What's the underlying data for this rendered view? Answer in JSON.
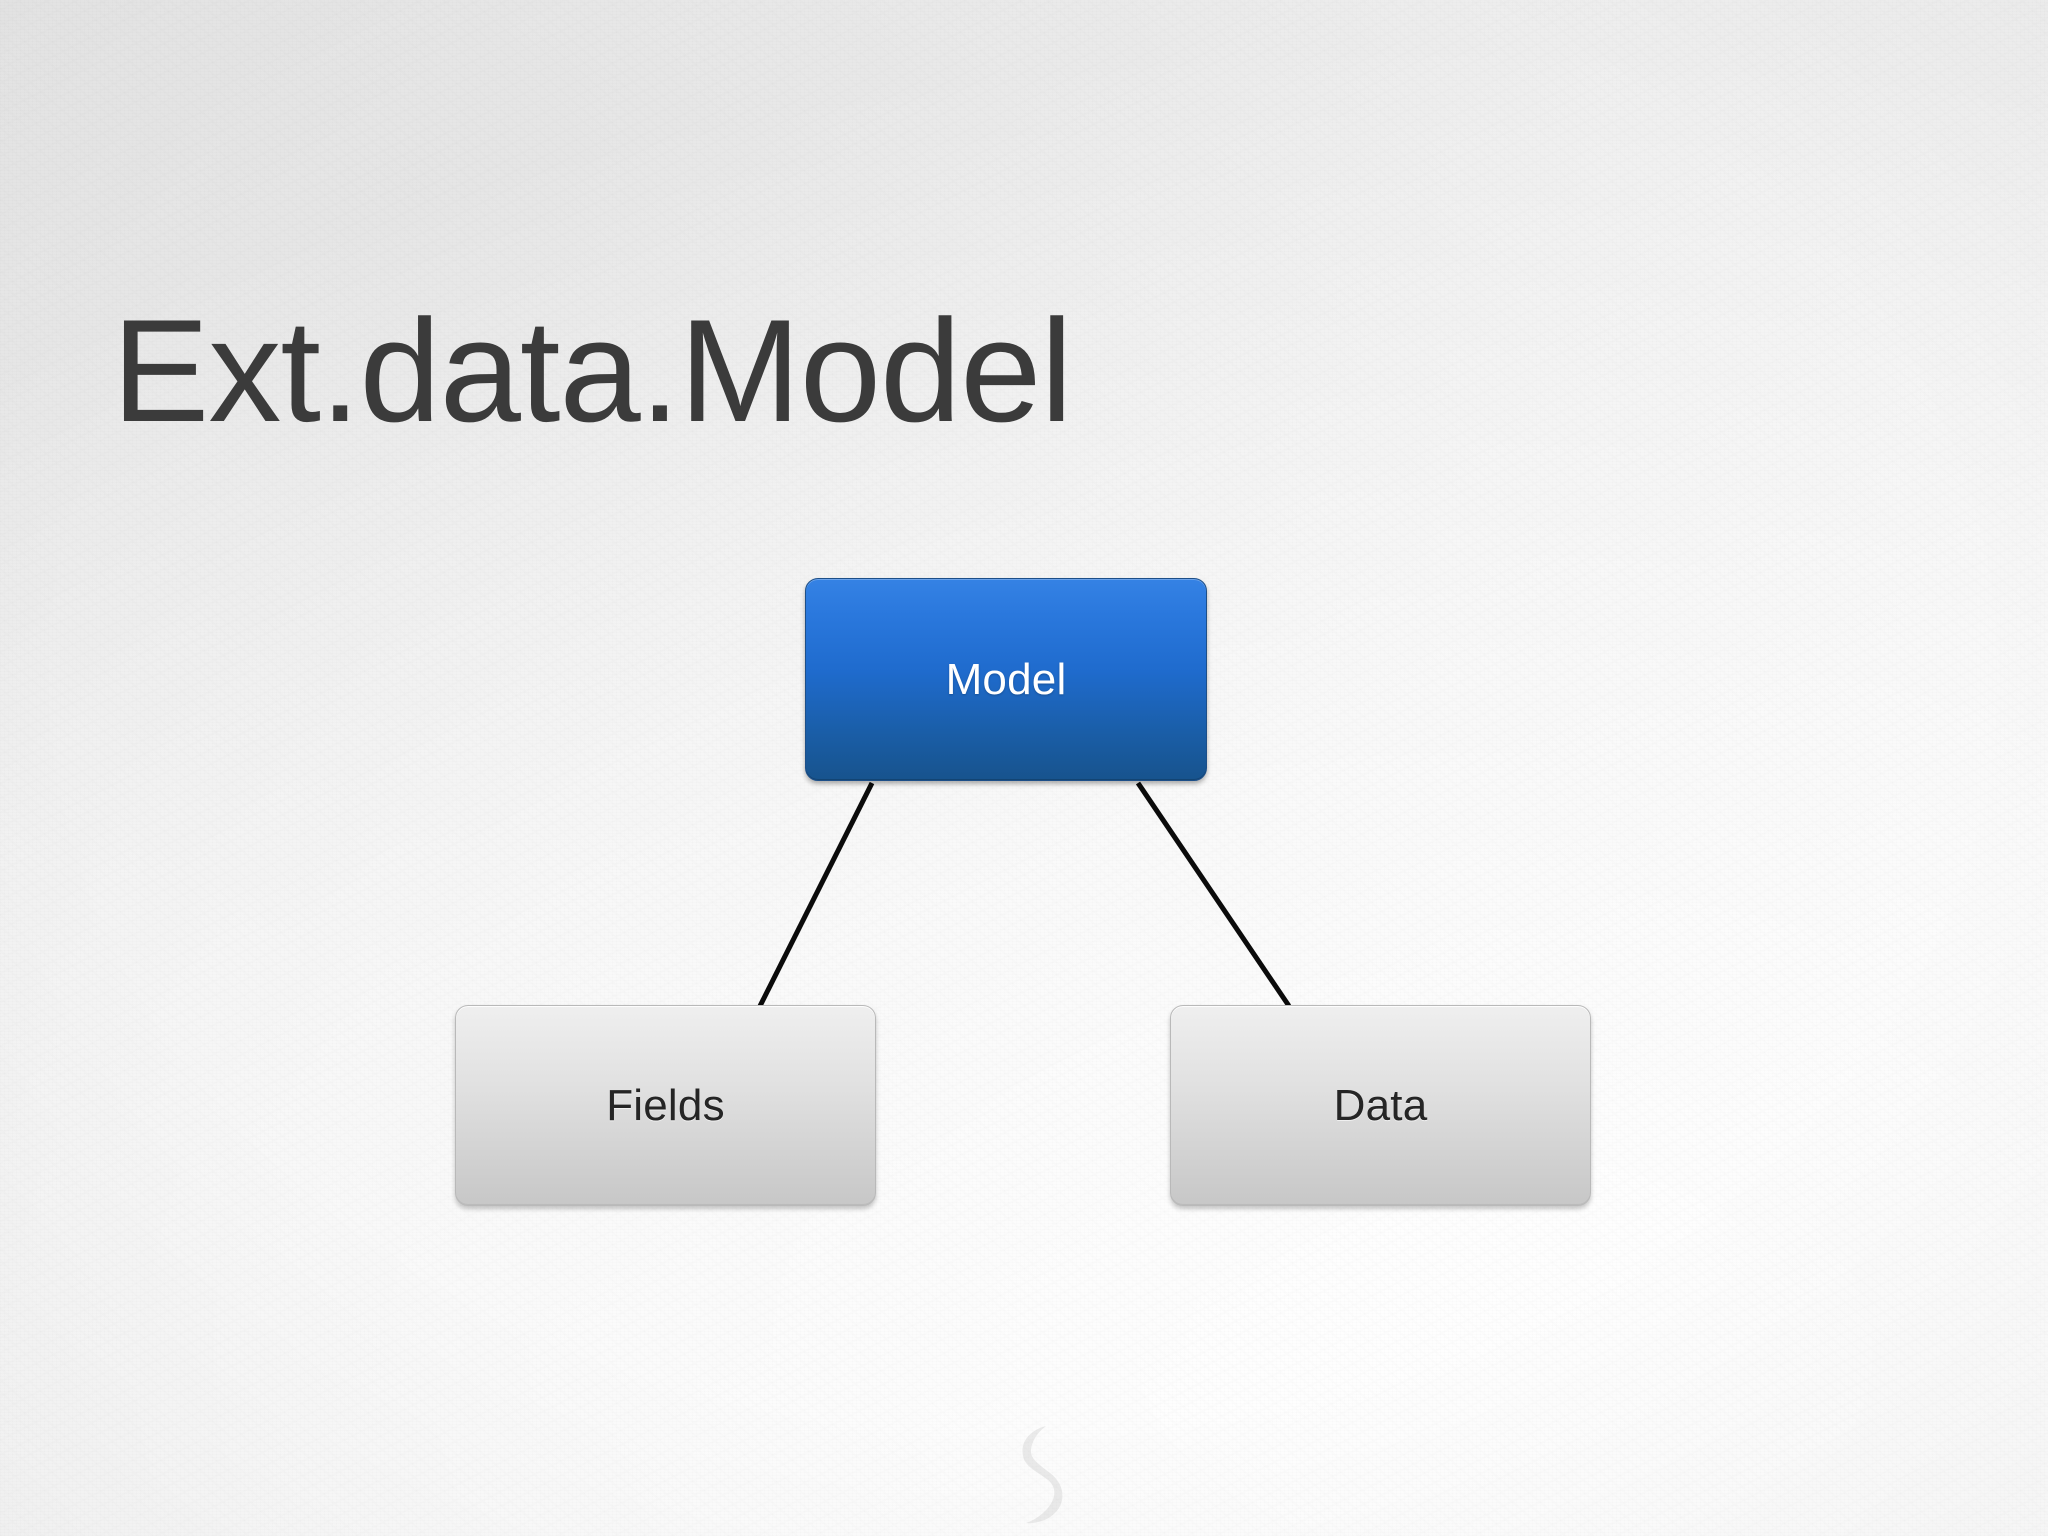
{
  "slide": {
    "title": "Ext.data.Model",
    "background_color": "#f0f0f0",
    "title_color": "#3b3b3b",
    "watermark_icon": "sencha-swoosh-logo"
  },
  "diagram": {
    "type": "tree",
    "root": {
      "id": "model",
      "label": "Model",
      "style": "blue-gradient",
      "fill_top_color": "#3582e4",
      "fill_bottom_color": "#17538d",
      "text_color": "#ffffff"
    },
    "children": [
      {
        "id": "fields",
        "label": "Fields",
        "style": "gray-gradient",
        "fill_top_color": "#efefef",
        "fill_bottom_color": "#c7c7c7",
        "text_color": "#252525"
      },
      {
        "id": "data",
        "label": "Data",
        "style": "gray-gradient",
        "fill_top_color": "#efefef",
        "fill_bottom_color": "#c7c7c7",
        "text_color": "#252525"
      }
    ],
    "connectors": [
      {
        "from": "model",
        "to": "fields",
        "color": "#0b0b0b",
        "width": 5
      },
      {
        "from": "model",
        "to": "data",
        "color": "#0b0b0b",
        "width": 5
      }
    ]
  }
}
